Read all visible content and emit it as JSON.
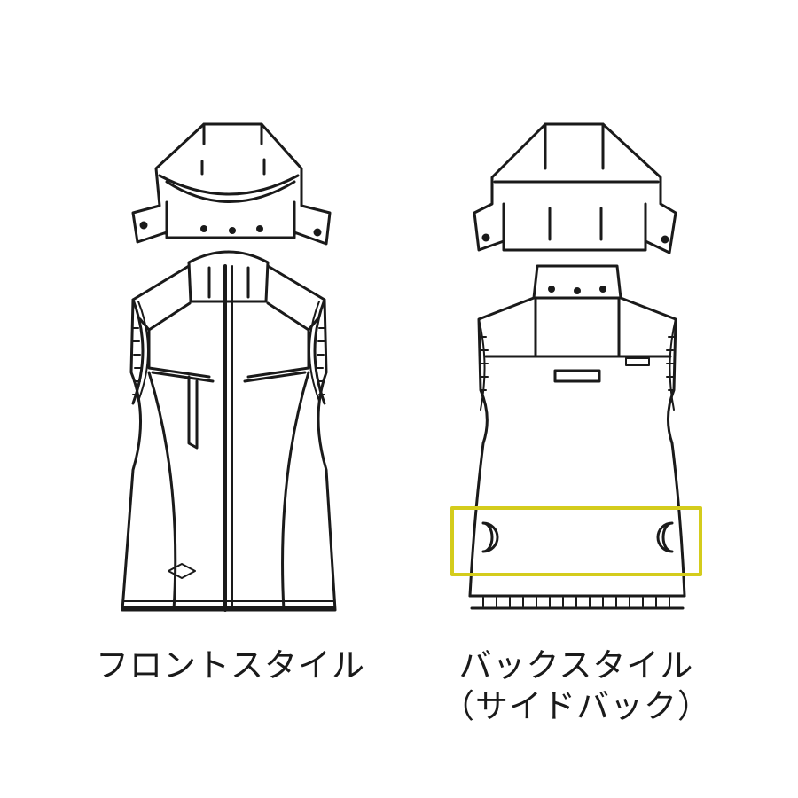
{
  "captions": {
    "front": "フロントスタイル",
    "back_line1": "バックスタイル",
    "back_line2": "（サイドバック）"
  },
  "colors": {
    "line": "#1a1a1a",
    "highlight": "#d4cc1c",
    "background": "#ffffff"
  }
}
